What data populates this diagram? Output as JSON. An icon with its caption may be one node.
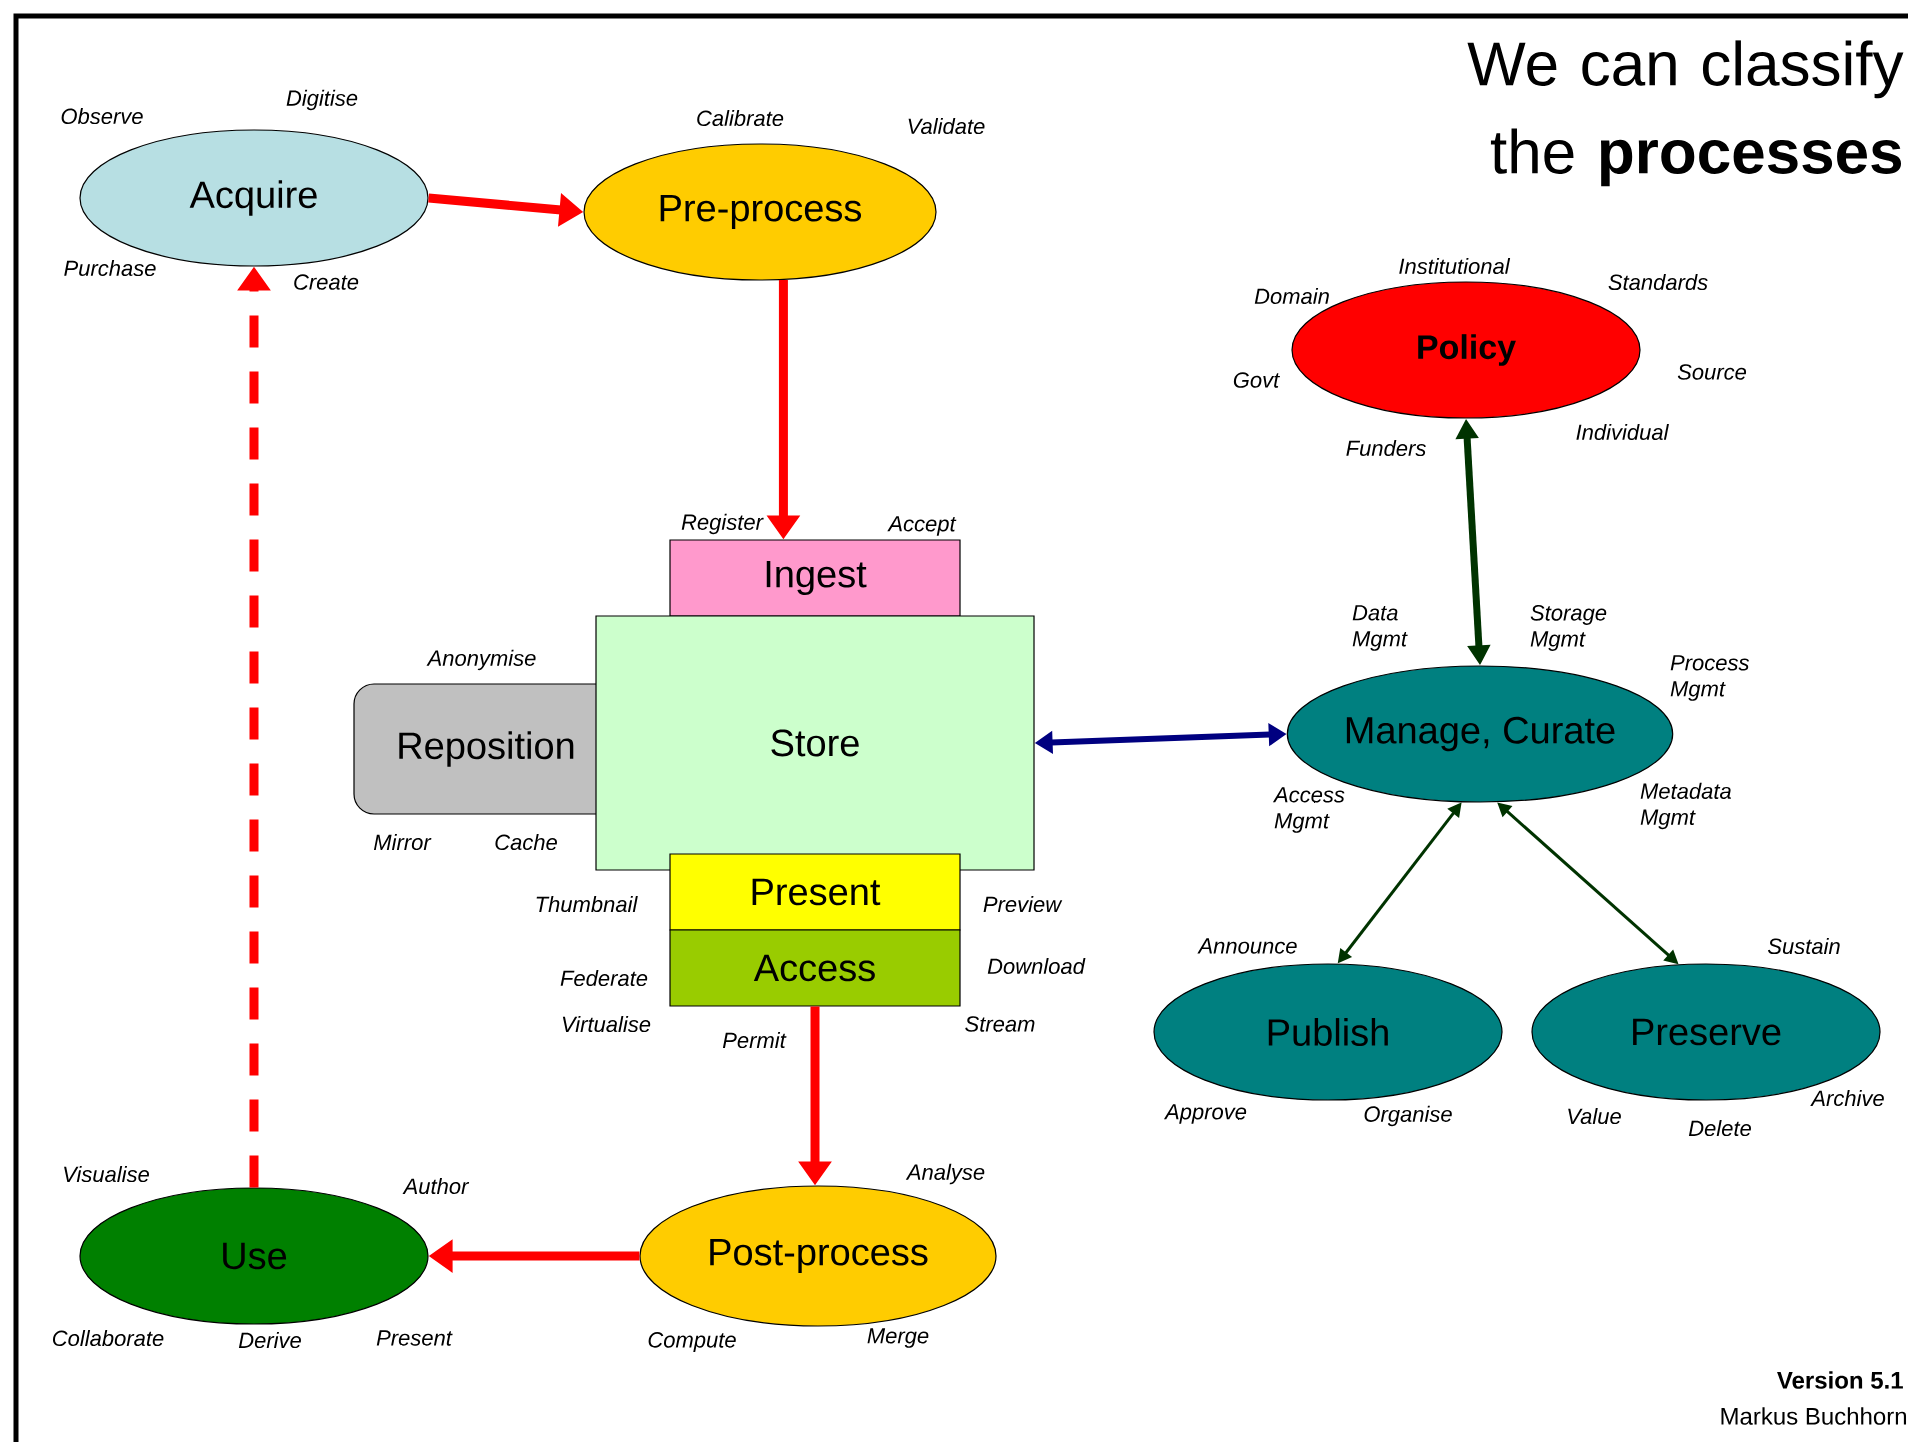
{
  "diagram": {
    "title": "We can classify the **processes**",
    "nodes": [
      {
        "text": [
          "Acquire"
        ],
        "beside": [
          "Observe",
          "Digitise",
          "Purchase",
          "Create"
        ]
      },
      {
        "text": [
          "Pre-process"
        ],
        "beside": [
          "Calibrate",
          "Validate"
        ]
      },
      {
        "text": [
          "Ingest"
        ],
        "beside": [
          "Register",
          "Accept"
        ]
      },
      {
        "text": [
          "Store"
        ]
      },
      {
        "text": [
          "Reposition"
        ],
        "beside": [
          "Anonymise",
          "Mirror",
          "Cache"
        ]
      },
      {
        "text": [
          "Present"
        ],
        "beside": [
          "Thumbnail",
          "Preview"
        ]
      },
      {
        "text": [
          "Access"
        ],
        "beside": [
          "Federate",
          "Download",
          "Virtualise",
          "Permit",
          "Stream"
        ]
      },
      {
        "text": [
          "Post-process"
        ],
        "beside": [
          "Analyse",
          "Compute",
          "Merge"
        ]
      },
      {
        "text": [
          "Use"
        ],
        "beside": [
          "Visualise",
          "Author",
          "Collaborate",
          "Derive",
          "Present"
        ]
      },
      {
        "text": [
          "Policy"
        ],
        "beside": [
          "Institutional",
          "Domain",
          "Standards",
          "Govt",
          "Source",
          "Funders",
          "Individual"
        ]
      },
      {
        "text": [
          "Manage, Curate"
        ],
        "beside": [
          "Data Mgmt",
          "Storage Mgmt",
          "Process Mgmt",
          "Access Mgmt",
          "Metadata Mgmt"
        ]
      },
      {
        "text": [
          "Publish"
        ],
        "beside": [
          "Announce",
          "Approve",
          "Organise"
        ]
      },
      {
        "text": [
          "Preserve"
        ],
        "beside": [
          "Sustain",
          "Value",
          "Delete",
          "Archive"
        ]
      }
    ],
    "edges": [
      {
        "from": 0,
        "to": 1,
        "arrow": "to"
      },
      {
        "from": 1,
        "to": 2,
        "arrow": "to"
      },
      {
        "from": 6,
        "to": 7,
        "arrow": "to"
      },
      {
        "from": 7,
        "to": 8,
        "arrow": "to"
      },
      {
        "from": 8,
        "to": 0,
        "arrow": "to",
        "style": "dashed"
      },
      {
        "from": 3,
        "to": 10,
        "arrow": "both",
        "color": "#000080"
      },
      {
        "from": 10,
        "to": 9,
        "arrow": "both",
        "color": "#003300"
      },
      {
        "from": 10,
        "to": 11,
        "arrow": "both",
        "color": "#003300"
      },
      {
        "from": 10,
        "to": 12,
        "arrow": "both",
        "color": "#003300"
      }
    ],
    "labels": [
      "Version 5.1",
      "Markus Buchhorn"
    ]
  }
}
